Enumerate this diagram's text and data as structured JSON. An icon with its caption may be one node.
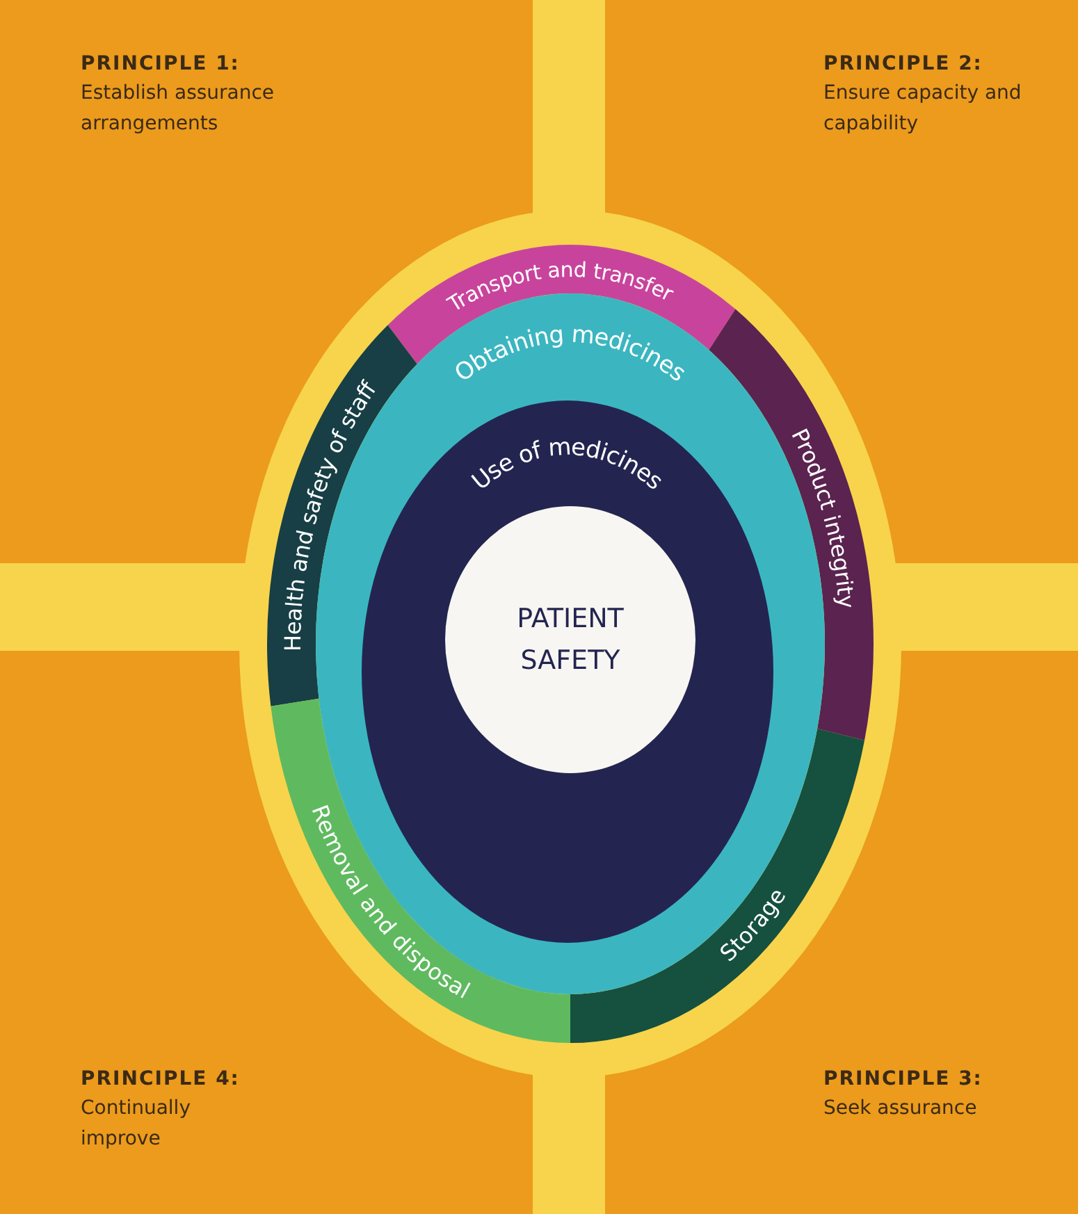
{
  "diagram": {
    "nodes": [
      {
        "text": [
          "PRINCIPLE 1:",
          "Establish assurance arrangements"
        ]
      },
      {
        "text": [
          "PRINCIPLE 2:",
          "Ensure capacity and capability"
        ]
      },
      {
        "text": [
          "Transport and transfer"
        ]
      },
      {
        "text": [
          "Health and safety of staff"
        ]
      },
      {
        "text": [
          "Obtaining medicines"
        ]
      },
      {
        "text": [
          "Product integrity"
        ]
      },
      {
        "text": [
          "Use of medicines"
        ],
        "in": 4
      },
      {
        "text": [
          "PATIENT SAFETY"
        ],
        "in": 6
      },
      {
        "text": [
          "Removal and disposal"
        ]
      },
      {
        "text": [
          "Storage"
        ]
      },
      {
        "text": [
          "PRINCIPLE 4:",
          "Continually improve"
        ]
      },
      {
        "text": [
          "PRINCIPLE 3:",
          "Seek assurance"
        ]
      }
    ]
  }
}
